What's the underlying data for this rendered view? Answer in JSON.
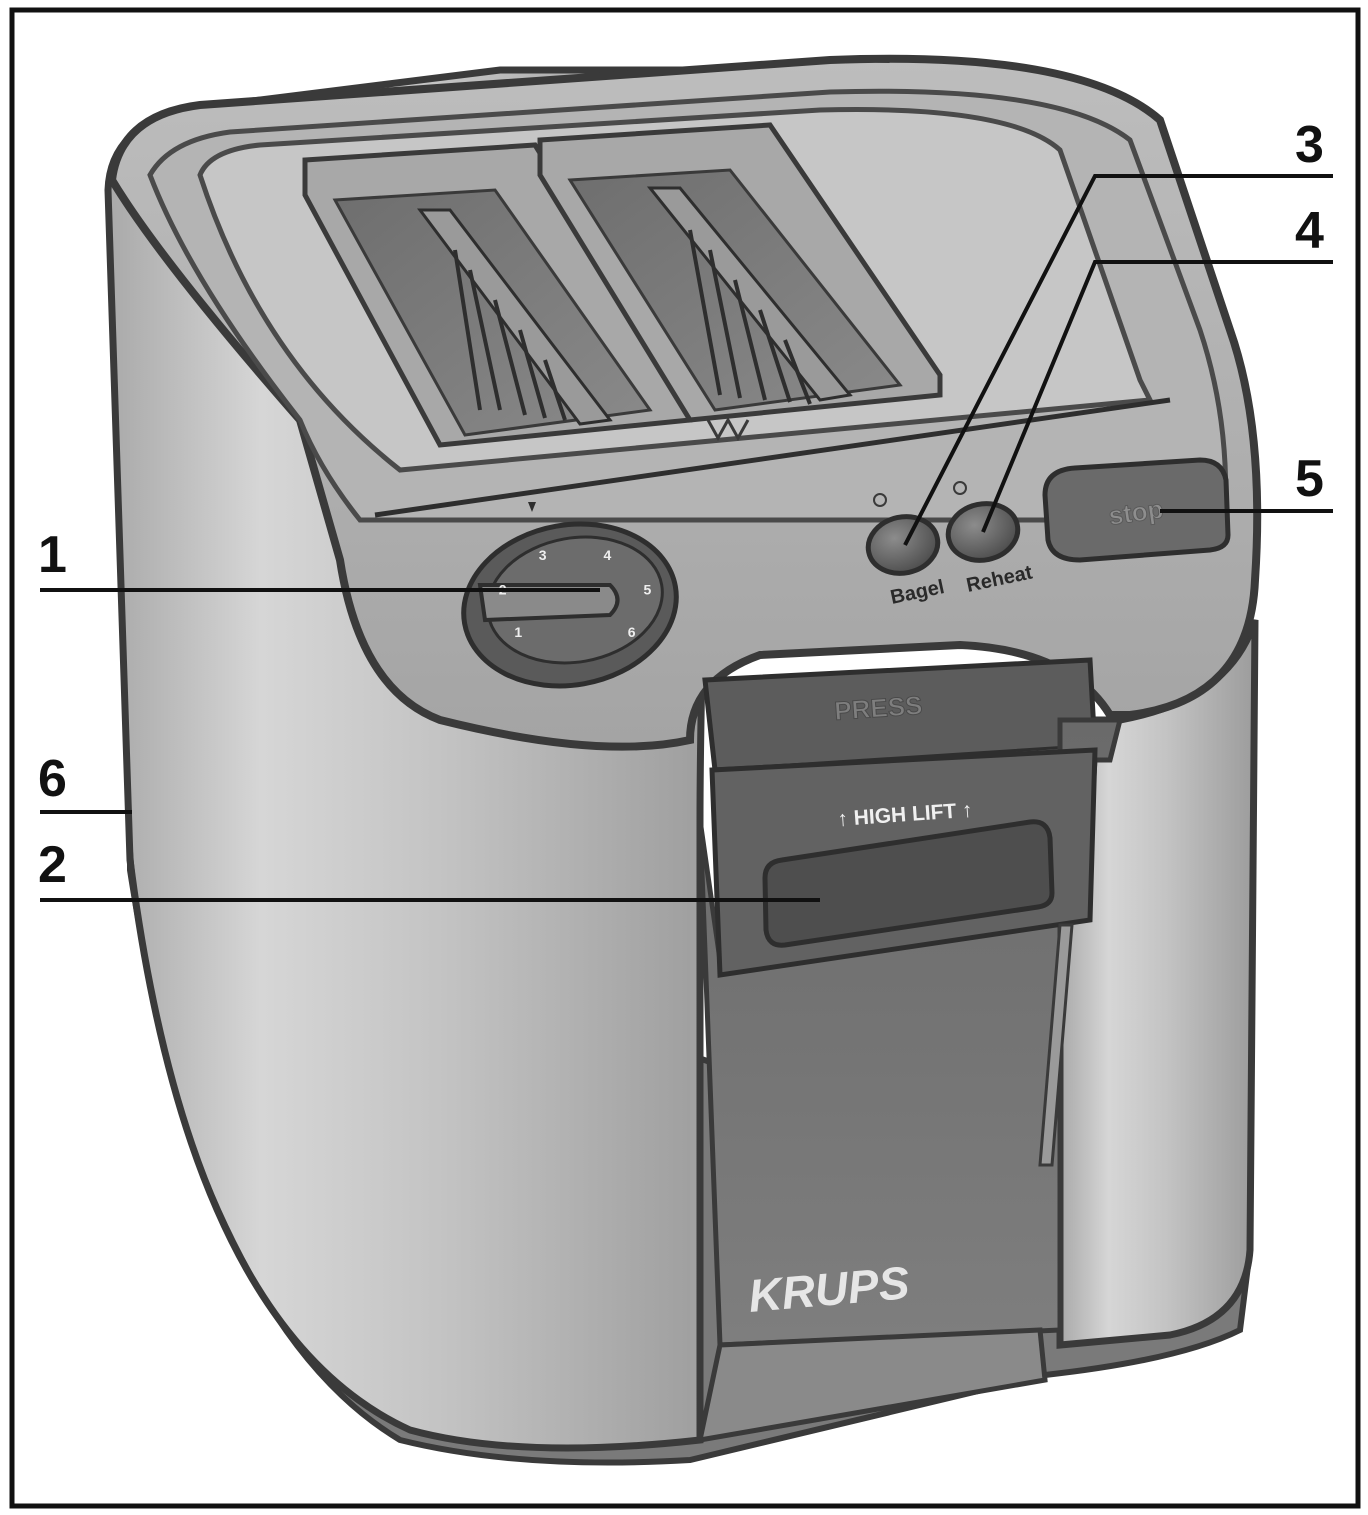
{
  "callouts": [
    {
      "number": "1",
      "target": "browning-control-dial"
    },
    {
      "number": "2",
      "target": "high-lift-lever"
    },
    {
      "number": "3",
      "target": "bagel-button"
    },
    {
      "number": "4",
      "target": "reheat-button"
    },
    {
      "number": "5",
      "target": "stop-button"
    },
    {
      "number": "6",
      "target": "crumb-tray"
    }
  ],
  "labels": {
    "bagel": "Bagel",
    "reheat": "Reheat",
    "stop": "stop",
    "press": "PRESS",
    "high_lift": "↑ HIGH LIFT ↑",
    "brand": "KRUPS"
  },
  "dial_marks": [
    "1",
    "2",
    "3",
    "4",
    "5",
    "6"
  ],
  "colors": {
    "outline": "#3a3a3a",
    "body_light": "#c8c8c8",
    "body_mid": "#9a9a9a",
    "dark_panel": "#5e5e5e"
  }
}
